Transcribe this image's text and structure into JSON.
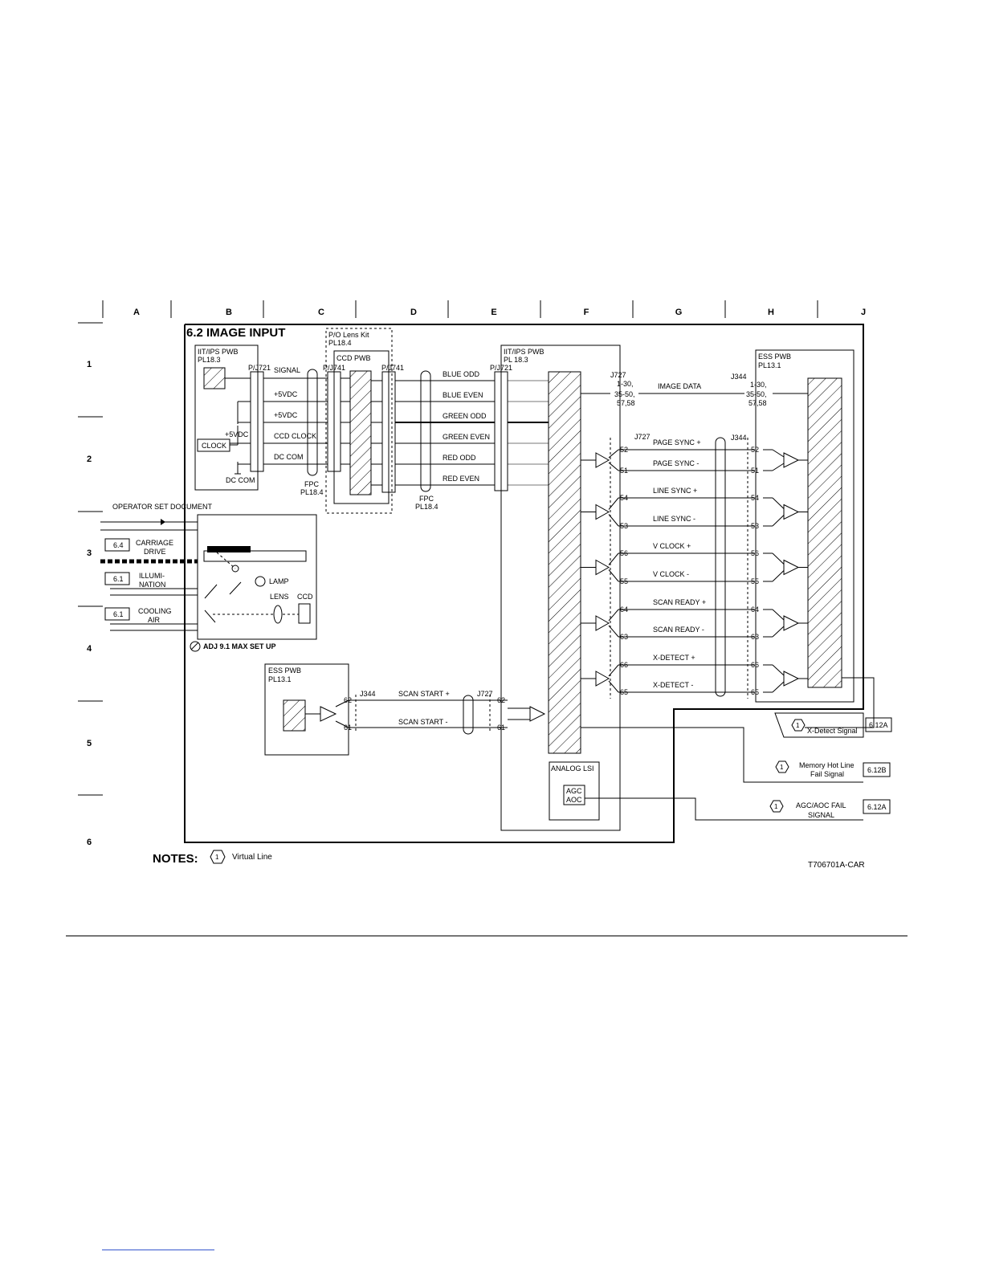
{
  "title": "6.2 IMAGE INPUT",
  "columns": [
    "A",
    "B",
    "C",
    "D",
    "E",
    "F",
    "G",
    "H",
    "J"
  ],
  "rows": [
    "1",
    "2",
    "3",
    "4",
    "5",
    "6"
  ],
  "iit_pwb_left": {
    "name": "IIT/IPS PWB",
    "pl": "PL18.3",
    "connector": "P/J721",
    "clock": "CLOCK",
    "vdc": "+5VDC",
    "dc_com": "DC COM"
  },
  "left_signals": [
    "SIGNAL",
    "+5VDC",
    "+5VDC",
    "CCD CLOCK",
    "DC COM"
  ],
  "lens_kit": {
    "name": "P/O Lens Kit",
    "pl": "PL18.4",
    "ccd_pwb": "CCD PWB",
    "connector_left": "P/J741",
    "connector_right": "P/J741"
  },
  "fpc_left": {
    "name": "FPC",
    "pl": "PL18.4"
  },
  "fpc_right": {
    "name": "FPC",
    "pl": "PL18.4"
  },
  "color_signals": [
    "BLUE ODD",
    "BLUE EVEN",
    "GREEN ODD",
    "GREEN EVEN",
    "RED ODD",
    "RED EVEN"
  ],
  "iit_pwb_right": {
    "name": "IIT/IPS PWB",
    "pl": "PL 18.3",
    "connector": "P/J721"
  },
  "j727": {
    "label": "J727",
    "pins": "1-30,",
    "pins2": "35-50,",
    "pins3": "57,58"
  },
  "j344": {
    "label": "J344",
    "pins": "1-30,",
    "pins2": "35-50,",
    "pins3": "57,58"
  },
  "image_data": "IMAGE DATA",
  "ess_pwb_right": {
    "name": "ESS PWB",
    "pl": "PL13.1"
  },
  "sync_signals": [
    {
      "name": "PAGE SYNC +",
      "pin": "52"
    },
    {
      "name": "PAGE SYNC -",
      "pin": "51"
    },
    {
      "name": "LINE SYNC +",
      "pin": "54"
    },
    {
      "name": "LINE SYNC -",
      "pin": "53"
    },
    {
      "name": "V CLOCK +",
      "pin": "56"
    },
    {
      "name": "V CLOCK -",
      "pin": "55"
    },
    {
      "name": "SCAN READY +",
      "pin": "64"
    },
    {
      "name": "SCAN READY -",
      "pin": "63"
    },
    {
      "name": "X-DETECT +",
      "pin": "66"
    },
    {
      "name": "X-DETECT -",
      "pin": "65"
    }
  ],
  "sync_j727": "J727",
  "sync_j344": "J344",
  "operator_set": "OPERATOR SET DOCUMENT",
  "carriage": {
    "ref": "6.4",
    "label1": "CARRIAGE",
    "label2": "DRIVE"
  },
  "illumination": {
    "ref": "6.1",
    "label1": "ILLUMI-",
    "label2": "NATION"
  },
  "cooling": {
    "ref": "6.1",
    "label1": "COOLING",
    "label2": "AIR"
  },
  "lamp": "LAMP",
  "lens": "LENS",
  "ccd": "CCD",
  "adj": "ADJ 9.1 MAX SET UP",
  "ess_pwb_bottom": {
    "name": "ESS PWB",
    "pl": "PL13.1",
    "j344": "J344",
    "j727": "J727"
  },
  "scan_signals": [
    {
      "name": "SCAN START +",
      "pin_left": "62",
      "pin_right": "62"
    },
    {
      "name": "SCAN START -",
      "pin_left": "61",
      "pin_right": "61"
    }
  ],
  "analog_lsi": {
    "name": "ANALOG LSI",
    "agc": "AGC",
    "aoc": "AOC"
  },
  "outputs": [
    {
      "num": "1",
      "label1": "X-Detect  Signal",
      "label2": "",
      "ref": "6.12A"
    },
    {
      "num": "1",
      "label1": "Memory Hot Line",
      "label2": "Fail Signal",
      "ref": "6.12B"
    },
    {
      "num": "1",
      "label1": "AGC/AOC FAIL",
      "label2": "SIGNAL",
      "ref": "6.12A"
    }
  ],
  "notes": {
    "label": "NOTES:",
    "num": "1",
    "text": "Virtual Line"
  },
  "figure_id": "T706701A-CAR"
}
